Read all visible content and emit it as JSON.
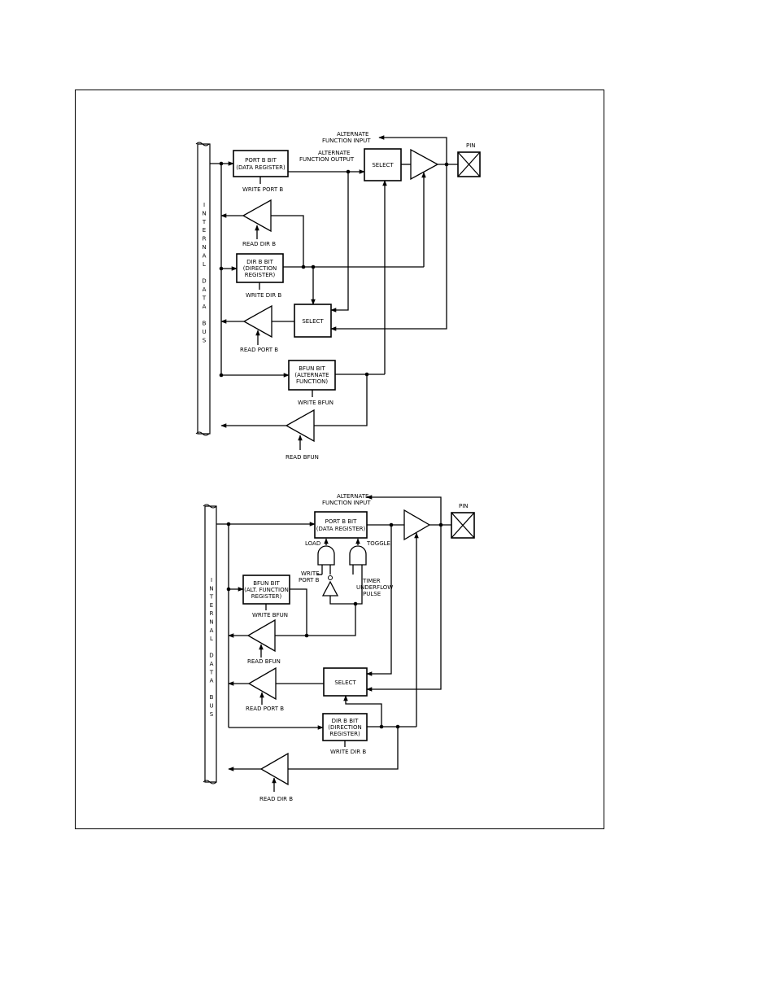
{
  "diagrams": [
    {
      "bus_letters": [
        "I",
        "N",
        "T",
        "E",
        "R",
        "N",
        "A",
        "L",
        "",
        "D",
        "A",
        "T",
        "A",
        "",
        "B",
        "U",
        "S"
      ],
      "boxes": {
        "port_b_bit": [
          "PORT B BIT",
          "(DATA REGISTER)"
        ],
        "select_top": [
          "SELECT"
        ],
        "dir_b_bit": [
          "DIR B BIT",
          "(DIRECTION",
          "REGISTER)"
        ],
        "select_mid": [
          "SELECT"
        ],
        "bfun_bit": [
          "BFUN BIT",
          "(ALTERNATE",
          "FUNCTION)"
        ],
        "pin": "PIN"
      },
      "labels": {
        "alt_input": [
          "ALTERNATE",
          "FUNCTION INPUT"
        ],
        "alt_output": [
          "ALTERNATE",
          "FUNCTION OUTPUT"
        ],
        "write_port_b": "WRITE PORT B",
        "read_dir_b": "READ DIR B",
        "write_dir_b": "WRITE DIR B",
        "read_port_b": "READ PORT B",
        "write_bfun": "WRITE BFUN",
        "read_bfun": "READ BFUN"
      }
    },
    {
      "bus_letters": [
        "I",
        "N",
        "T",
        "E",
        "R",
        "N",
        "A",
        "L",
        "",
        "D",
        "A",
        "T",
        "A",
        "",
        "B",
        "U",
        "S"
      ],
      "boxes": {
        "port_b_bit": [
          "PORT B BIT",
          "(DATA REGISTER)"
        ],
        "bfun_bit": [
          "BFUN BIT",
          "(ALT. FUNCTION",
          "REGISTER)"
        ],
        "select": [
          "SELECT"
        ],
        "dir_b_bit": [
          "DIR B BIT",
          "(DIRECTION",
          "REGISTER)"
        ],
        "pin": "PIN"
      },
      "labels": {
        "alt_input": [
          "ALTERNATE",
          "FUNCTION INPUT"
        ],
        "load": "LOAD",
        "toggle": "TOGGLE",
        "write_port_b": [
          "WRITE",
          "PORT B"
        ],
        "timer_underflow": [
          "TIMER",
          "UNDERFLOW",
          "PULSE"
        ],
        "write_bfun": "WRITE BFUN",
        "read_bfun": "READ BFUN",
        "read_port_b": "READ PORT B",
        "write_dir_b": "WRITE DIR B",
        "read_dir_b": "READ DIR B"
      }
    }
  ]
}
